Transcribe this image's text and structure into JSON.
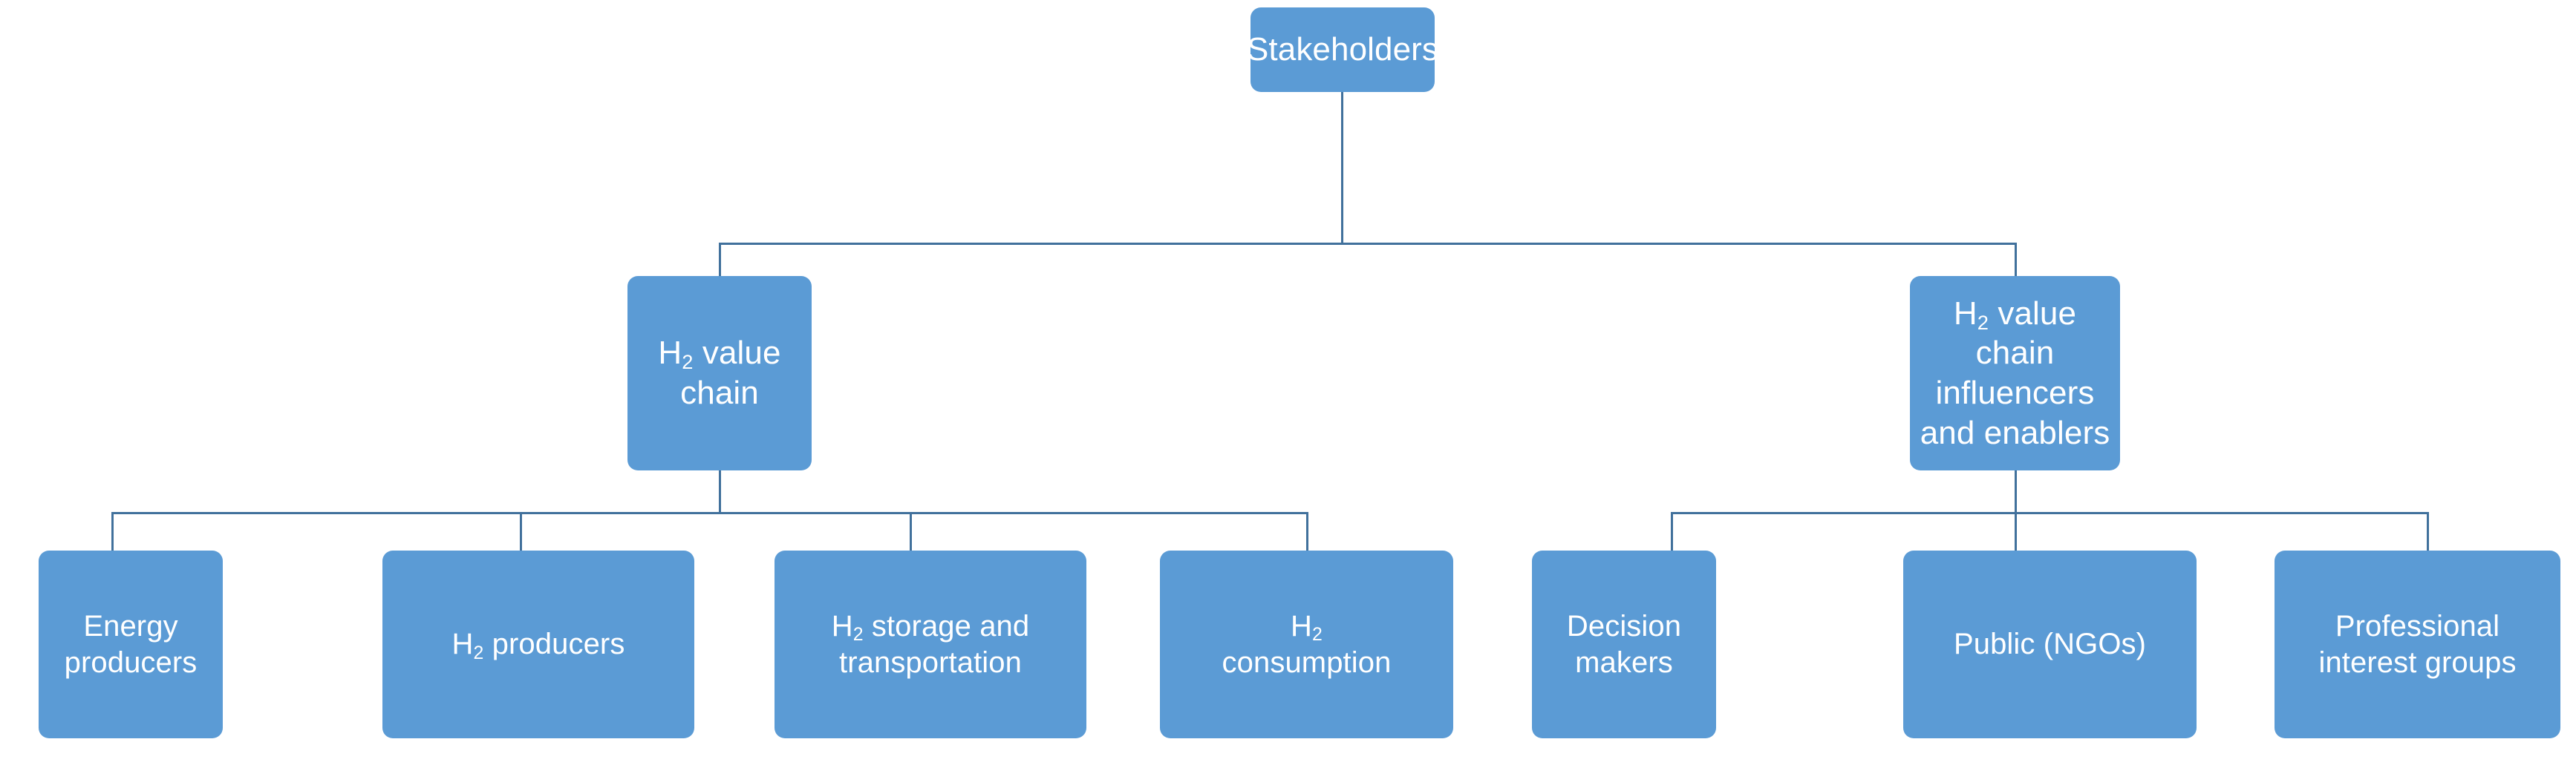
{
  "diagram": {
    "title": "Stakeholders hierarchy",
    "colors": {
      "node_fill": "#5B9BD5",
      "node_text": "#FFFFFF",
      "connector": "#41719C",
      "background": "#FFFFFF"
    },
    "root": {
      "id": "stakeholders",
      "label": "Stakeholders"
    },
    "branches": [
      {
        "id": "h2-value-chain",
        "label_pre": "H",
        "label_sub": "2",
        "label_post": " value chain",
        "label": "H2 value chain",
        "children": [
          {
            "id": "energy-producers",
            "label": "Energy\nproducers",
            "has_sub": false
          },
          {
            "id": "h2-producers",
            "label": "H2 producers",
            "has_sub": true,
            "label_pre": "H",
            "label_sub": "2",
            "label_post": " producers"
          },
          {
            "id": "h2-storage-and-transportation",
            "label": "H2 storage and\ntransportation",
            "has_sub": true,
            "label_pre": "H",
            "label_sub": "2",
            "label_post": " storage and\ntransportation"
          },
          {
            "id": "h2-consumption",
            "label": "H2\nconsumption",
            "has_sub": true,
            "label_pre": "H",
            "label_sub": "2",
            "label_post": "\nconsumption"
          }
        ]
      },
      {
        "id": "h2-value-chain-influencers-and-enablers",
        "label_pre": "H",
        "label_sub": "2",
        "label_post": " value chain\ninfluencers\nand enablers",
        "label": "H2 value chain influencers and enablers",
        "children": [
          {
            "id": "decision-makers",
            "label": "Decision\nmakers",
            "has_sub": false
          },
          {
            "id": "public-ngos",
            "label": "Public (NGOs)",
            "has_sub": false
          },
          {
            "id": "professional-interest-groups",
            "label": "Professional\ninterest groups",
            "has_sub": false
          }
        ]
      }
    ]
  }
}
